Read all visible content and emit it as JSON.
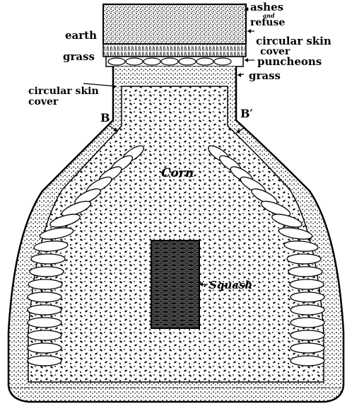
{
  "labels": {
    "ashes": "ashes",
    "and": "and",
    "refuse": "refuse",
    "earth": "earth",
    "circular_skin_cover_top": "circular skin",
    "cover_top": "cover",
    "grass_left": "grass",
    "puncheons": "puncheons",
    "grass_right": "grass",
    "circular_skin_cover_left": "circular skin",
    "cover_left": "cover",
    "b_left": "B",
    "b_right": "B′",
    "corn": "Corn",
    "squash": "Squash"
  }
}
